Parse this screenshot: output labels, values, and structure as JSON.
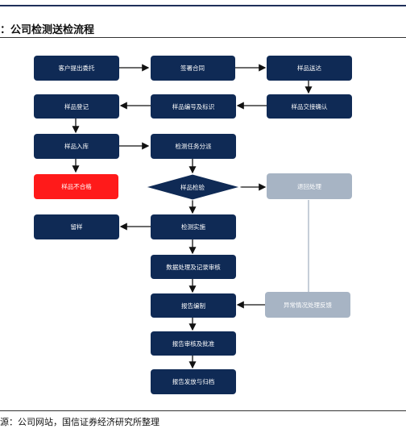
{
  "title": "：公司检测送检流程",
  "source": "源：公司网站，国信证券经济研究所整理",
  "nodes": {
    "n1": "客户提出委托",
    "n2": "签署合同",
    "n3": "样品送达",
    "n4": "样品登记",
    "n5": "样品编号及标识",
    "n6": "样品交接确认",
    "n7": "样品入库",
    "n8": "检测任务分派",
    "n9": "样品不合格",
    "n10": "样品检验",
    "n11": "退回处理",
    "n12": "留样",
    "n13": "检测实施",
    "n14": "数据处理及记录审核",
    "n15": "报告编制",
    "n16": "异常情况处理反馈",
    "n17": "报告审核及批准",
    "n18": "报告发放与归档"
  },
  "colors": {
    "node": "#0f2a55",
    "highlight": "#ff1a1a",
    "muted": "#a7b4c4",
    "arrow": "#111111"
  }
}
